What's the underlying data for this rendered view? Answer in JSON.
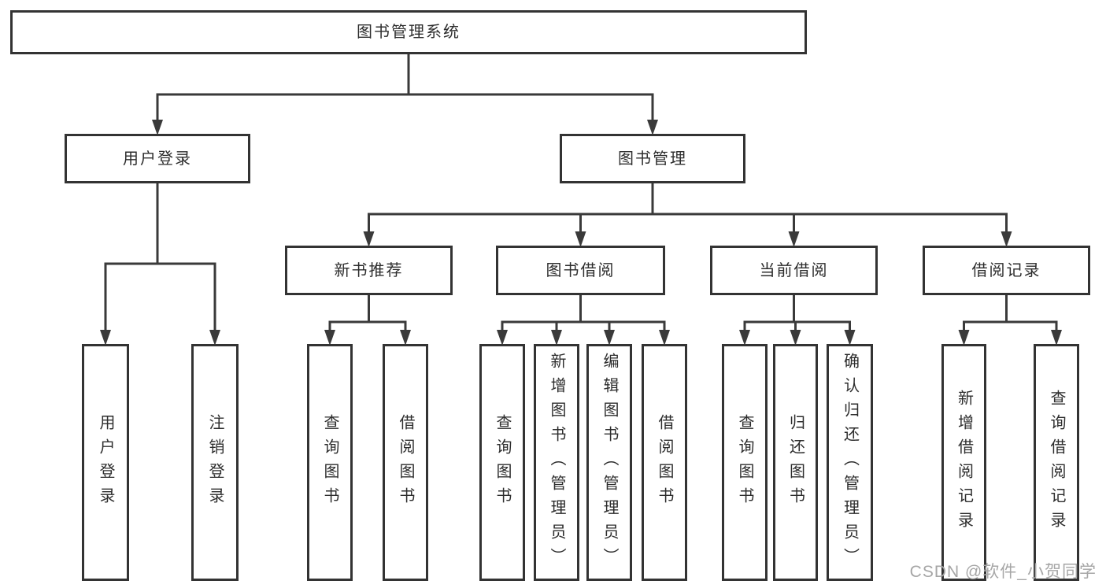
{
  "diagram": {
    "nodes": [
      {
        "id": "root",
        "label": "图书管理系统",
        "children": [
          "user-login",
          "book-mgmt"
        ]
      },
      {
        "id": "user-login",
        "label": "用户登录",
        "children": [
          "leaf-user-login",
          "leaf-logout"
        ]
      },
      {
        "id": "book-mgmt",
        "label": "图书管理",
        "children": [
          "new-book-rec",
          "book-borrow",
          "current-borrow",
          "borrow-records"
        ]
      },
      {
        "id": "new-book-rec",
        "label": "新书推荐",
        "children": [
          "nbr-query",
          "nbr-borrow"
        ]
      },
      {
        "id": "book-borrow",
        "label": "图书借阅",
        "children": [
          "bb-query",
          "bb-add",
          "bb-edit",
          "bb-borrow"
        ]
      },
      {
        "id": "current-borrow",
        "label": "当前借阅",
        "children": [
          "cb-query",
          "cb-return",
          "cb-confirm"
        ]
      },
      {
        "id": "borrow-records",
        "label": "借阅记录",
        "children": [
          "br-add",
          "br-query"
        ]
      },
      {
        "id": "leaf-user-login",
        "label": "用户登录",
        "children": []
      },
      {
        "id": "leaf-logout",
        "label": "注销登录",
        "children": []
      },
      {
        "id": "nbr-query",
        "label": "查询图书",
        "children": []
      },
      {
        "id": "nbr-borrow",
        "label": "借阅图书",
        "children": []
      },
      {
        "id": "bb-query",
        "label": "查询图书",
        "children": []
      },
      {
        "id": "bb-add",
        "label": "新增图书（管理员）",
        "children": []
      },
      {
        "id": "bb-edit",
        "label": "编辑图书（管理员）",
        "children": []
      },
      {
        "id": "bb-borrow",
        "label": "借阅图书",
        "children": []
      },
      {
        "id": "cb-query",
        "label": "查询图书",
        "children": []
      },
      {
        "id": "cb-return",
        "label": "归还图书",
        "children": []
      },
      {
        "id": "cb-confirm",
        "label": "确认归还（管理员）",
        "children": []
      },
      {
        "id": "br-add",
        "label": "新增借阅记录",
        "children": []
      },
      {
        "id": "br-query",
        "label": "查询借阅记录",
        "children": []
      }
    ]
  },
  "watermark": {
    "text": "CSDN @软件_小贺同学"
  },
  "colors": {
    "line": "#3a3a3a",
    "box_border": "#333333",
    "text": "#2d2d2d",
    "watermark": "#a6a6a6",
    "background": "#ffffff"
  }
}
